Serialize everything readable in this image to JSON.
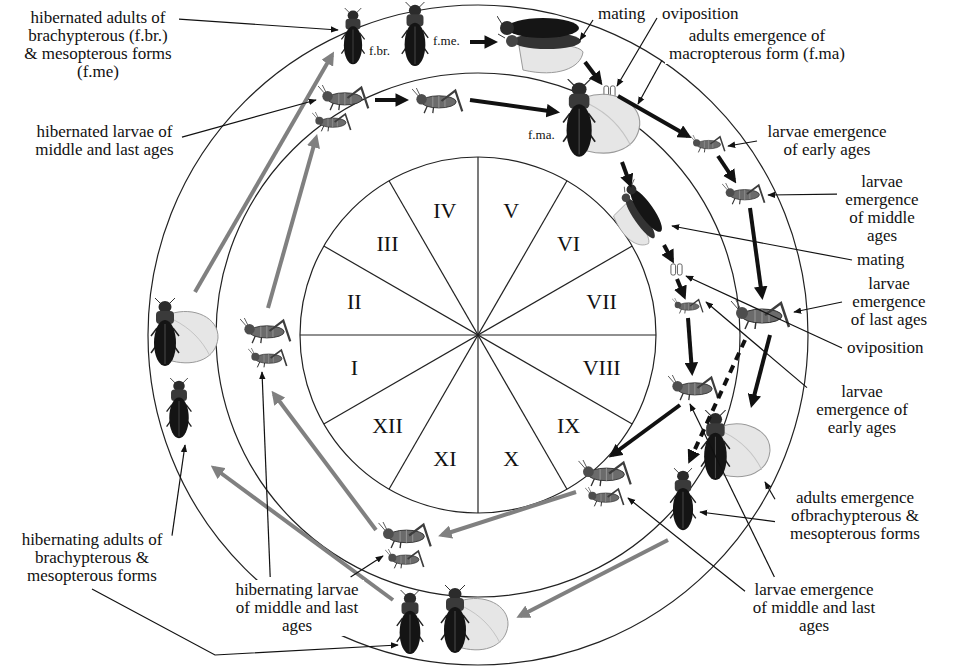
{
  "diagram": {
    "labels": [
      "hibernated adults of brachypterous (f.br.) & mesopterous forms (f.me)",
      "f.br.",
      "f.me.",
      "mating",
      "oviposition",
      "adults emergence of macropterous form (f.ma)",
      "f.ma.",
      "larvae emergence of early ages",
      "larvae emergence of middle ages",
      "mating",
      "larvae emergence of last ages",
      "oviposition",
      "larvae emergence of early ages",
      "adults emergence ofbrachypterous & mesopterous forms",
      "larvae emergence of middle and last ages",
      "hibernating larvae of middle and last ages",
      "hibernating adults of brachypterous & mesopterous forms",
      "hibernated larvae of middle and last ages",
      "I",
      "II",
      "III",
      "IV",
      "V",
      "VI",
      "VII",
      "VIII",
      "IX",
      "X",
      "XI",
      "XII"
    ]
  }
}
